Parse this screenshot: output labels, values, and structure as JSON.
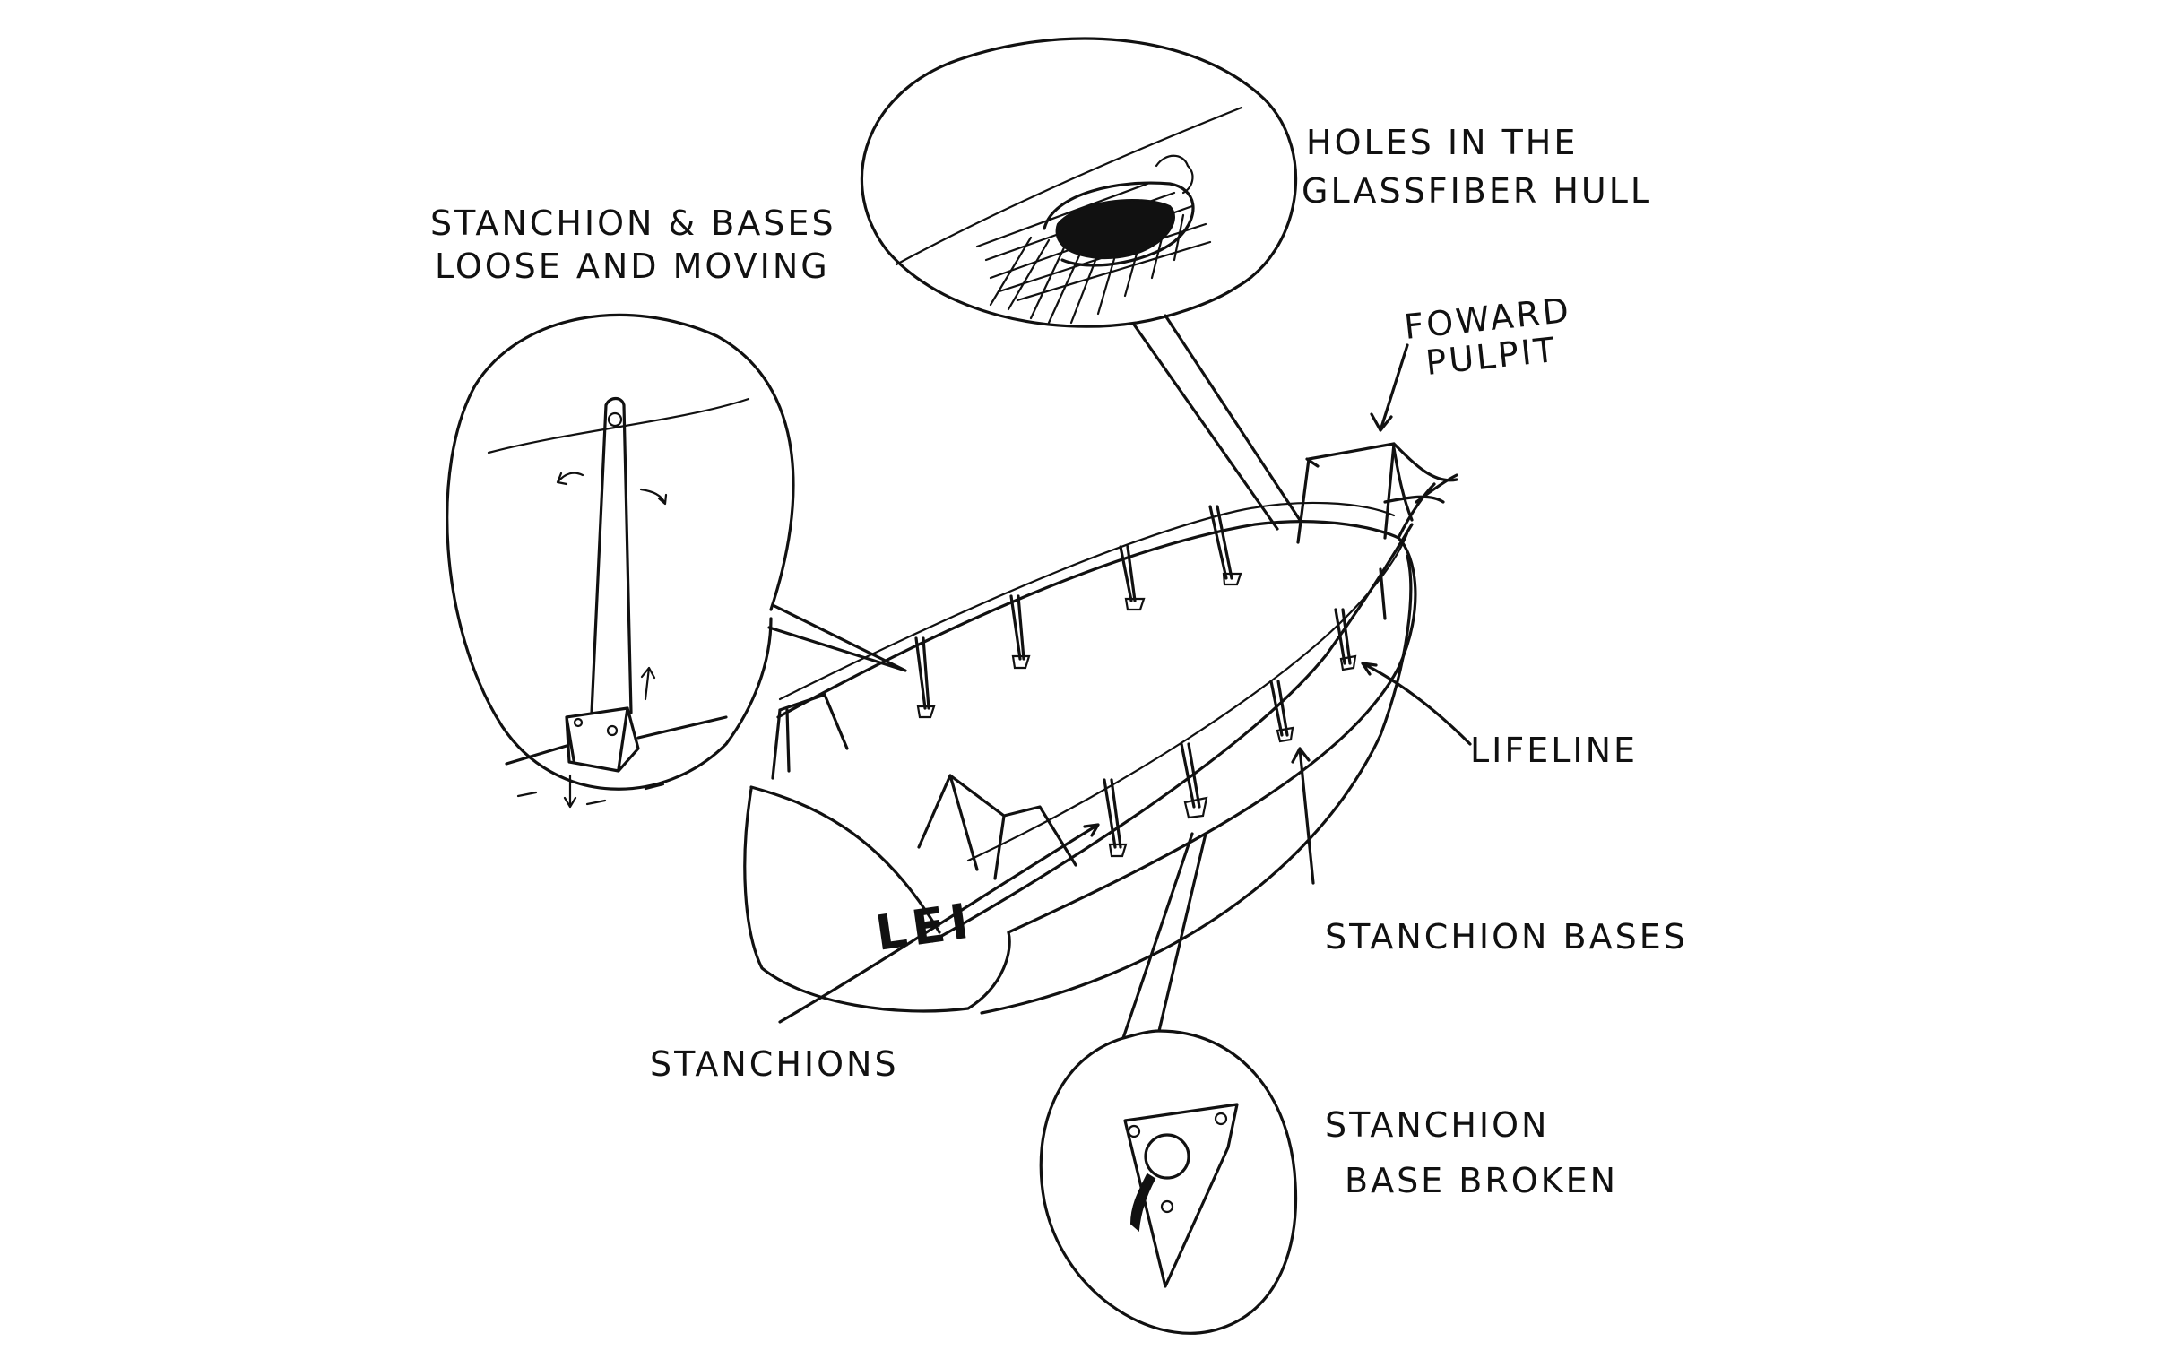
{
  "labels": {
    "stanchion_loose_line1": "STANCHION & BASES",
    "stanchion_loose_line2": "LOOSE AND MOVING",
    "holes_line1": "HOLES IN THE",
    "holes_line2": "GLASSFIBER HULL",
    "forward_pulpit_line1": "FOWARD",
    "forward_pulpit_line2": "PULPIT",
    "lifeline": "LIFELINE",
    "stanchion_bases": "STANCHION BASES",
    "stanchions": "STANCHIONS",
    "base_broken_line1": "STANCHION",
    "base_broken_line2": "BASE BROKEN",
    "hull_lettering": "LEI"
  }
}
